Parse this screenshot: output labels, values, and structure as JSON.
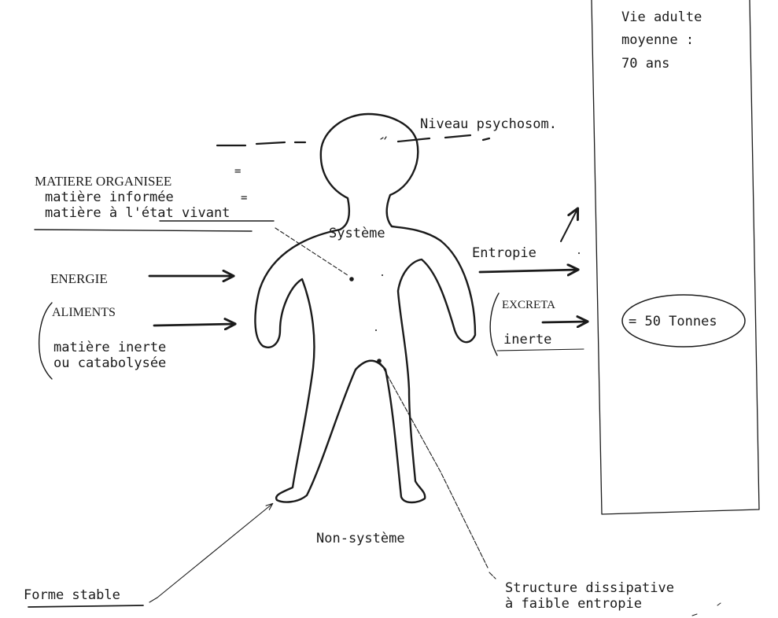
{
  "box": {
    "line1": "Vie adulte",
    "line2": "moyenne :",
    "line3": "70  ans"
  },
  "labels": {
    "niveau": "Niveau psychosom.",
    "matiere_organisee": "MATIERE ORGANISEE",
    "eq1": "=",
    "matiere_informee": "matière informée",
    "eq2": "=",
    "matiere_vivant_prefix": "matière à l'",
    "matiere_vivant_underlined": "état vivant",
    "systeme": "Système",
    "energie": "ENERGIE",
    "aliments": "ALIMENTS",
    "matiere_inerte": "matière inerte",
    "catabolysee": "ou catabolysée",
    "entropie": "Entropie",
    "excreta": "EXCRETA",
    "inerte": "inerte",
    "tonnes": "= 50 Tonnes",
    "non_systeme": "Non-système",
    "forme_stable": "Forme stable",
    "structure1": "Structure dissipative",
    "structure2": "à faible entropie"
  },
  "colors": {
    "ink": "#1a1a1a",
    "paper": "#ffffff"
  }
}
